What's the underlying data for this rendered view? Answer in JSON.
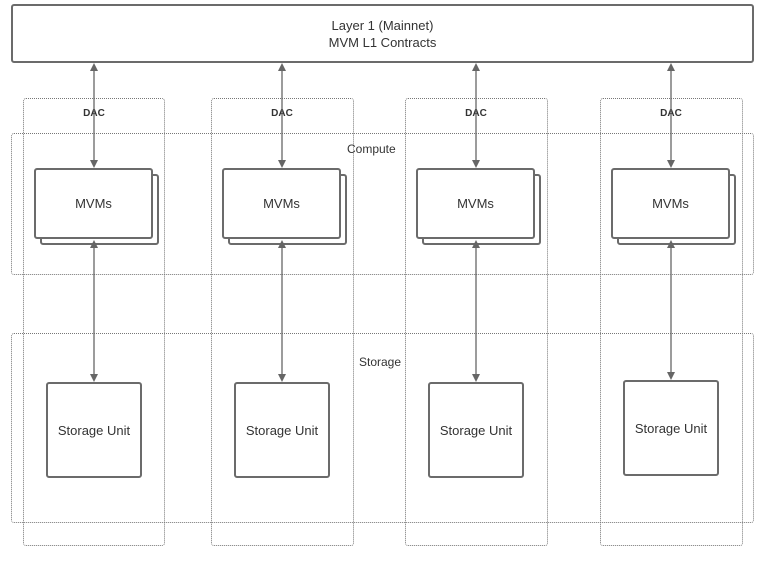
{
  "layer1": {
    "line1": "Layer 1 (Mainnet)",
    "line2": "MVM L1 Contracts"
  },
  "regions": {
    "compute_label": "Compute",
    "storage_label": "Storage"
  },
  "columns": [
    {
      "dac_label": "DAC",
      "mvm_label": "MVMs",
      "storage_label": "Storage Unit"
    },
    {
      "dac_label": "DAC",
      "mvm_label": "MVMs",
      "storage_label": "Storage Unit"
    },
    {
      "dac_label": "DAC",
      "mvm_label": "MVMs",
      "storage_label": "Storage Unit"
    },
    {
      "dac_label": "DAC",
      "mvm_label": "MVMs",
      "storage_label": "Storage Unit"
    }
  ],
  "colors": {
    "stroke": "#6b6b6b",
    "arrow": "#666666",
    "text": "#333333"
  }
}
